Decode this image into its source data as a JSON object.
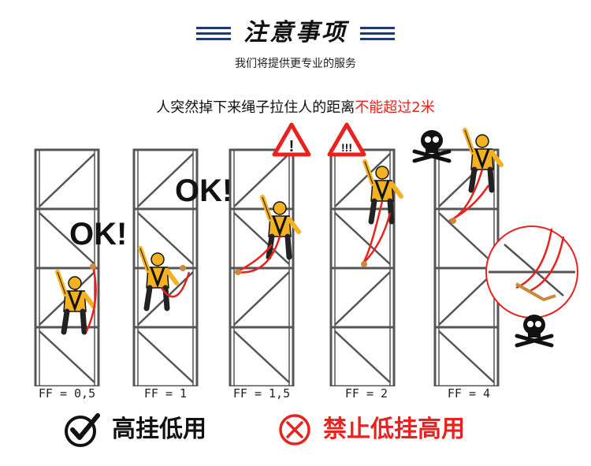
{
  "header": {
    "title": "注意事项",
    "subtitle": "我们将提供更专业的服务"
  },
  "headline": {
    "main": "人突然掉下来绳子拉住人的距离",
    "warning": "不能超过2米"
  },
  "scenes": [
    {
      "ff_label": "FF = 0,5",
      "badge": "OK!"
    },
    {
      "ff_label": "FF = 1",
      "badge": "OK!"
    },
    {
      "ff_label": "FF = 1,5",
      "badge": "!"
    },
    {
      "ff_label": "FF = 2",
      "badge": "!!!"
    },
    {
      "ff_label": "FF = 4",
      "badge": ""
    }
  ],
  "footer": {
    "good_label": "高挂低用",
    "bad_label": "禁止低挂高用"
  },
  "colors": {
    "accent_navy": "#1f3a73",
    "warning_red": "#e8231f",
    "worker_yellow": "#f4b223",
    "rope_red": "#e8231f",
    "scaffold_gray": "#555555"
  },
  "icons": [
    "warning-triangle-icon",
    "skull-crossbones-icon",
    "check-circle-icon",
    "cross-circle-icon"
  ]
}
